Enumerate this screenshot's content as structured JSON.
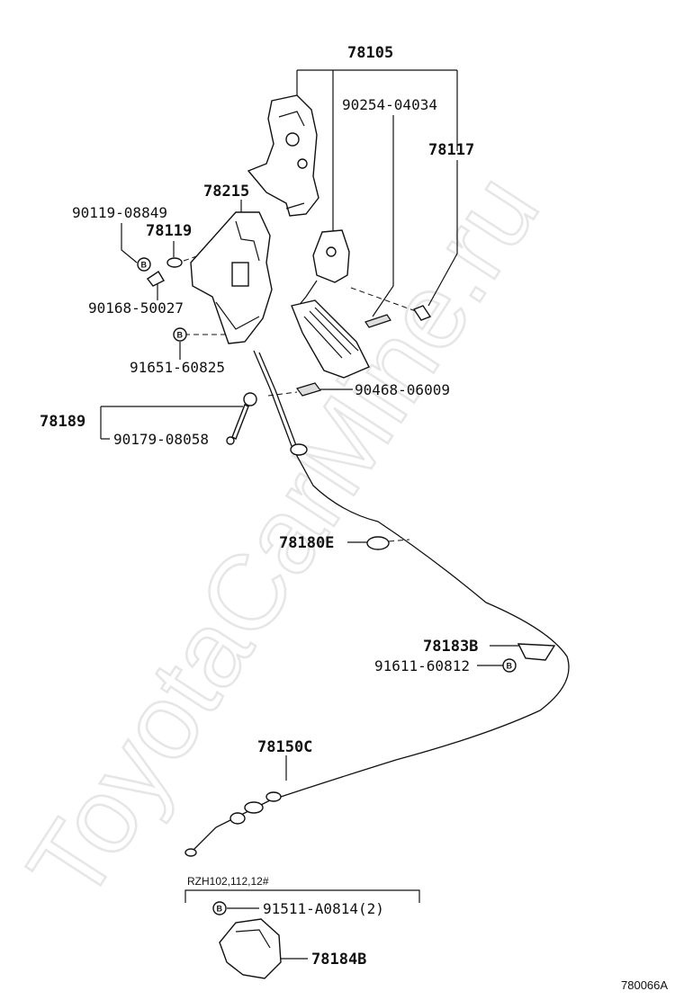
{
  "watermark": "ToyotaCarMine.ru",
  "diagram_code": "780066A",
  "badge_letter": "B",
  "labels": {
    "p78105": "78105",
    "p90254": "90254-04034",
    "p78117": "78117",
    "p78215": "78215",
    "p90119": "90119-08849",
    "p78119": "78119",
    "p90168": "90168-50027",
    "p91651": "91651-60825",
    "p90468": "90468-06009",
    "p78189": "78189",
    "p90179": "90179-08058",
    "p78180E": "78180E",
    "p78183B": "78183B",
    "p91611": "91611-60812",
    "p78150C": "78150C",
    "variant_note": "RZH102,112,12#",
    "p91511": "91511-A0814(2)",
    "p78184B": "78184B"
  }
}
